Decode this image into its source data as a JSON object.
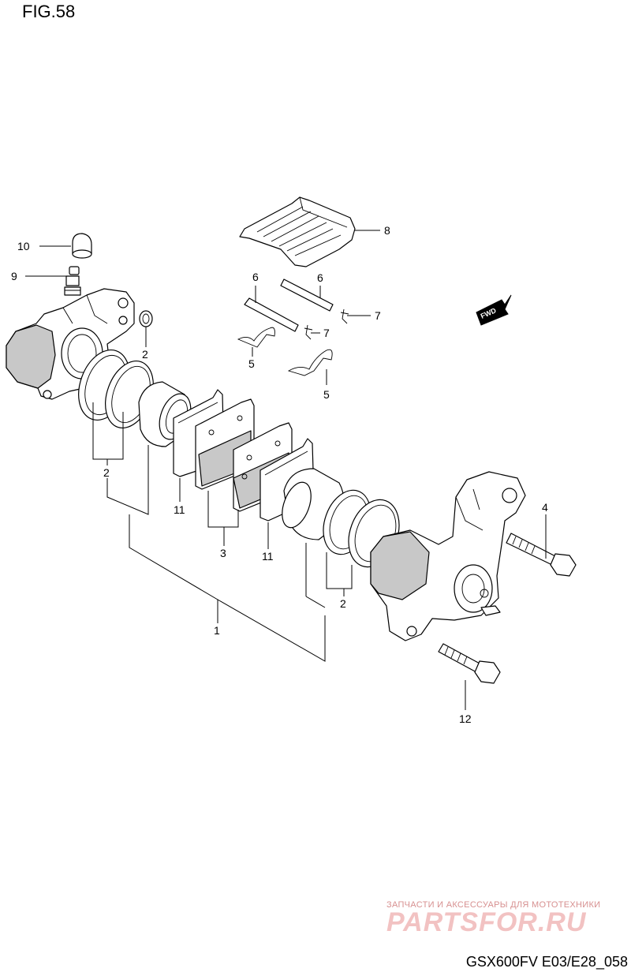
{
  "figure": {
    "title": "FIG.58",
    "code": "GSX600FV E03/E28_058"
  },
  "watermark": {
    "tagline": "ЗАПЧАСТИ И АКСЕССУАРЫ ДЛЯ МОТОТЕХНИКИ",
    "logo": "PARTSFOR.RU"
  },
  "direction_marker": {
    "label": "FWD",
    "icon": "forward-arrow-icon"
  },
  "callouts": {
    "c1": "1",
    "c2a": "2",
    "c2b": "2",
    "c2c": "2",
    "c3": "3",
    "c4": "4",
    "c5a": "5",
    "c5b": "5",
    "c6a": "6",
    "c6b": "6",
    "c7a": "7",
    "c7b": "7",
    "c8": "8",
    "c9": "9",
    "c10": "10",
    "c11a": "11",
    "c11b": "11",
    "c12": "12"
  },
  "colors": {
    "line": "#000000",
    "watermark": "#f2c2c2",
    "shading": "#c8c8c8"
  }
}
